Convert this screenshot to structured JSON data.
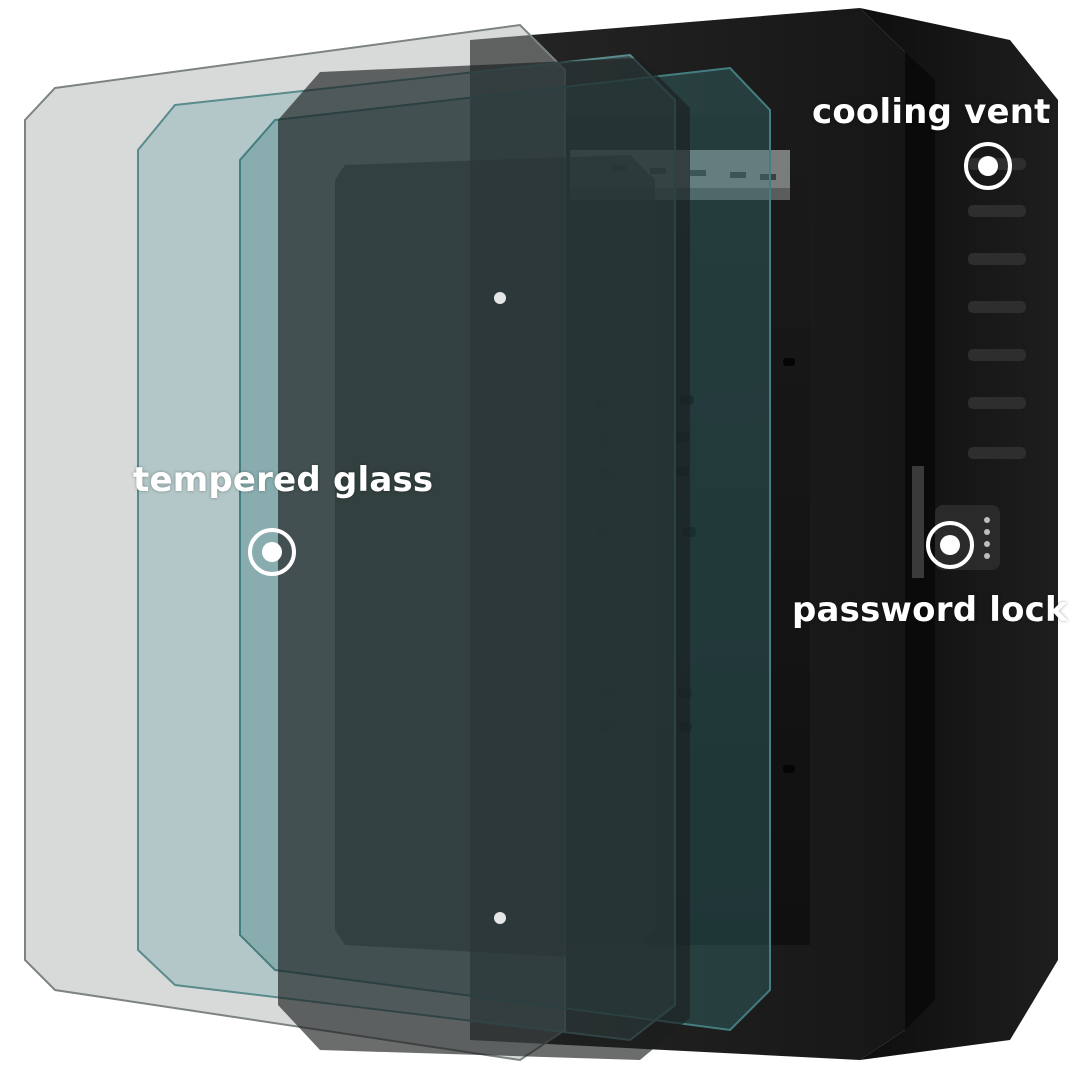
{
  "product": {
    "description_colors": {
      "cabinet_body": "#1c1c1c",
      "cabinet_side": "#101010",
      "glass_tint": "#3a6f70",
      "background": "#ffffff",
      "label_color": "#ffffff"
    }
  },
  "callouts": [
    {
      "label": "cooling vent",
      "icon": "target-marker-icon"
    },
    {
      "label": "tempered glass",
      "icon": "target-marker-icon"
    },
    {
      "label": "password lock",
      "icon": "target-marker-icon"
    }
  ]
}
